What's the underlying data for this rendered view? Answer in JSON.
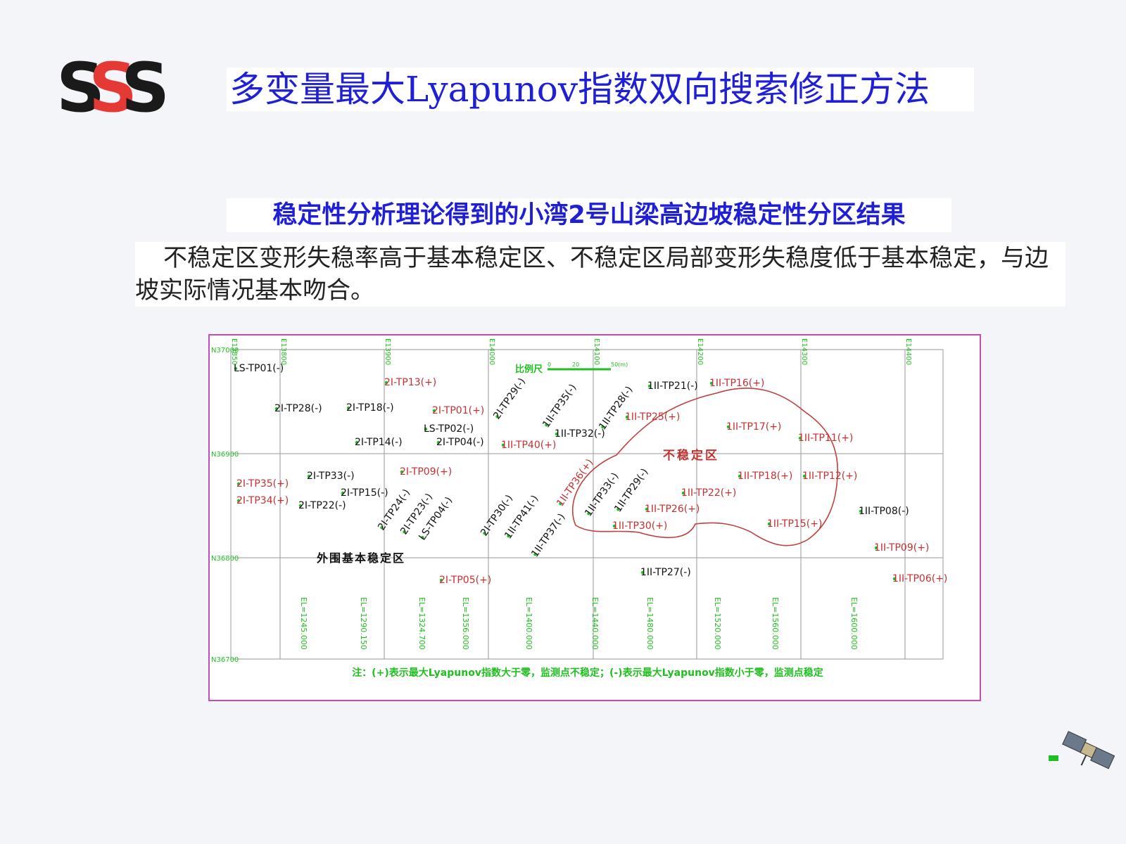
{
  "logo": {
    "text": "SSS",
    "colors": [
      "#1a1a1a",
      "#e53935",
      "#1a1a1a"
    ]
  },
  "title": "多变量最大Lyapunov指数双向搜索修正方法",
  "subtitle": "稳定性分析理论得到的小湾2号山梁高边坡稳定性分区结果",
  "description": "不稳定区变形失稳率高于基本稳定区、不稳定区局部变形失稳度低于基本稳定，与边坡实际情况基本吻合。",
  "map": {
    "grid_x_labels": [
      "E13850",
      "E13800",
      "E13900",
      "E14000",
      "E14100",
      "E14200",
      "E14300",
      "E14400"
    ],
    "grid_y_labels": [
      "N37000",
      "N36900",
      "N36800",
      "N36700"
    ],
    "scale_label": "比例尺",
    "scale_ticks": [
      "0",
      "20",
      "50(m)"
    ],
    "region_unstable": "不稳定区",
    "region_stable": "外围基本稳定区",
    "elevation_labels": [
      "EL=1245.000",
      "EL=1290.150",
      "EL=1324.700",
      "EL=1356.000",
      "EL=1400.000",
      "EL=1440.000",
      "EL=1480.000",
      "EL=1520.000",
      "EL=1560.000",
      "EL=1600.000"
    ],
    "note": "注：(+)表示最大Lyapunov指数大于零，监测点不稳定；(-)表示最大Lyapunov指数小于零，监测点稳定",
    "colors": {
      "stable": "#111111",
      "unstable": "#c43030",
      "marker": "#1fbf1f",
      "grid": "#9a9a9a",
      "annotation": "#1fbf1f",
      "boundary": "#c04040"
    },
    "points": [
      {
        "label": "LS-TP01(-)",
        "status": "stable"
      },
      {
        "label": "2I-TP13(+)",
        "status": "unstable"
      },
      {
        "label": "2I-TP28(-)",
        "status": "stable"
      },
      {
        "label": "2I-TP18(-)",
        "status": "stable"
      },
      {
        "label": "2I-TP01(+)",
        "status": "unstable"
      },
      {
        "label": "LS-TP02(-)",
        "status": "stable"
      },
      {
        "label": "2I-TP14(-)",
        "status": "stable"
      },
      {
        "label": "2I-TP04(-)",
        "status": "stable"
      },
      {
        "label": "1II-TP40(+)",
        "status": "unstable"
      },
      {
        "label": "2I-TP29(-)",
        "status": "stable"
      },
      {
        "label": "1II-TP35(-)",
        "status": "stable"
      },
      {
        "label": "1II-TP32(-)",
        "status": "stable"
      },
      {
        "label": "1II-TP28(-)",
        "status": "stable"
      },
      {
        "label": "1II-TP21(-)",
        "status": "stable"
      },
      {
        "label": "1II-TP16(+)",
        "status": "unstable"
      },
      {
        "label": "1II-TP25(+)",
        "status": "unstable"
      },
      {
        "label": "1II-TP17(+)",
        "status": "unstable"
      },
      {
        "label": "1II-TP11(+)",
        "status": "unstable"
      },
      {
        "label": "2I-TP35(+)",
        "status": "unstable"
      },
      {
        "label": "2I-TP34(+)",
        "status": "unstable"
      },
      {
        "label": "2I-TP33(-)",
        "status": "stable"
      },
      {
        "label": "2I-TP22(-)",
        "status": "stable"
      },
      {
        "label": "2I-TP15(-)",
        "status": "stable"
      },
      {
        "label": "2I-TP09(+)",
        "status": "unstable"
      },
      {
        "label": "2I-TP24(-)",
        "status": "stable"
      },
      {
        "label": "2I-TP23(-)",
        "status": "stable"
      },
      {
        "label": "LS-TP04(-)",
        "status": "stable"
      },
      {
        "label": "2I-TP30(-)",
        "status": "stable"
      },
      {
        "label": "1II-TP41(-)",
        "status": "stable"
      },
      {
        "label": "1II-TP37(-)",
        "status": "stable"
      },
      {
        "label": "1II-TP36(+)",
        "status": "unstable"
      },
      {
        "label": "1II-TP33(-)",
        "status": "stable"
      },
      {
        "label": "1II-TP29(-)",
        "status": "stable"
      },
      {
        "label": "1II-TP26(+)",
        "status": "unstable"
      },
      {
        "label": "1II-TP30(+)",
        "status": "unstable"
      },
      {
        "label": "1II-TP22(+)",
        "status": "unstable"
      },
      {
        "label": "1II-TP18(+)",
        "status": "unstable"
      },
      {
        "label": "1II-TP12(+)",
        "status": "unstable"
      },
      {
        "label": "1II-TP15(+)",
        "status": "unstable"
      },
      {
        "label": "1II-TP08(-)",
        "status": "stable"
      },
      {
        "label": "1II-TP09(+)",
        "status": "unstable"
      },
      {
        "label": "1II-TP06(+)",
        "status": "unstable"
      },
      {
        "label": "1II-TP27(-)",
        "status": "stable"
      },
      {
        "label": "2I-TP05(+)",
        "status": "unstable"
      }
    ]
  }
}
